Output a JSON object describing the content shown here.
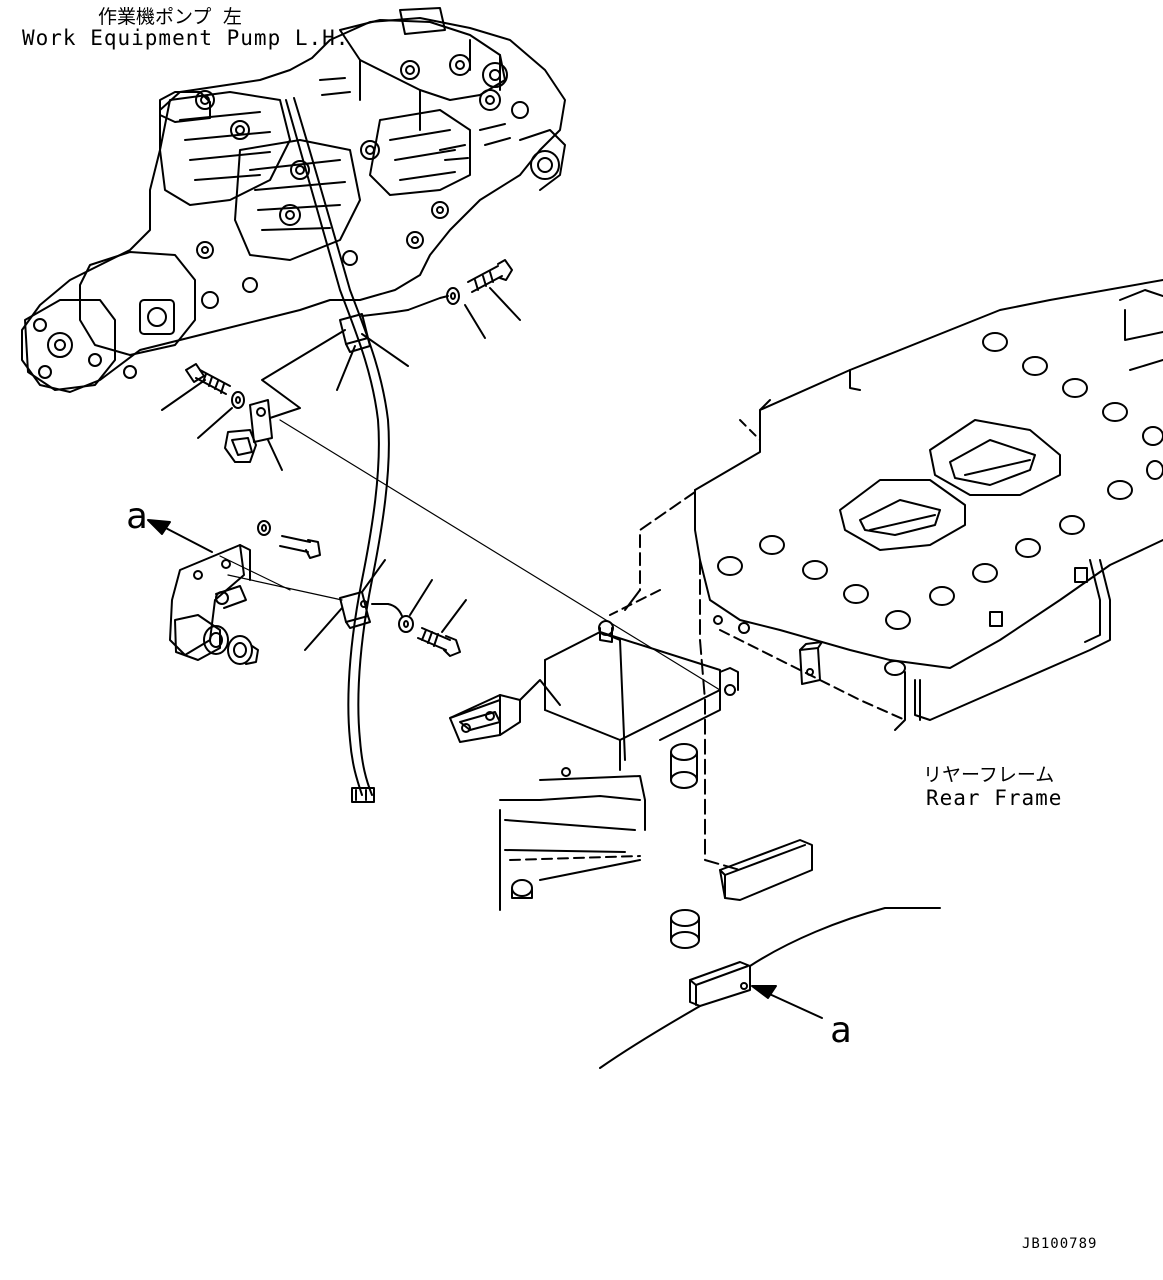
{
  "labels": {
    "pump_jp": "作業機ポンプ 左",
    "pump_en": "Work Equipment Pump L.H.",
    "frame_jp": "リヤーフレーム",
    "frame_en": "Rear Frame",
    "view_marker_1": "a",
    "view_marker_2": "a",
    "drawing_number": "JB100789"
  },
  "style": {
    "line_color": "#000000",
    "background": "#ffffff"
  }
}
